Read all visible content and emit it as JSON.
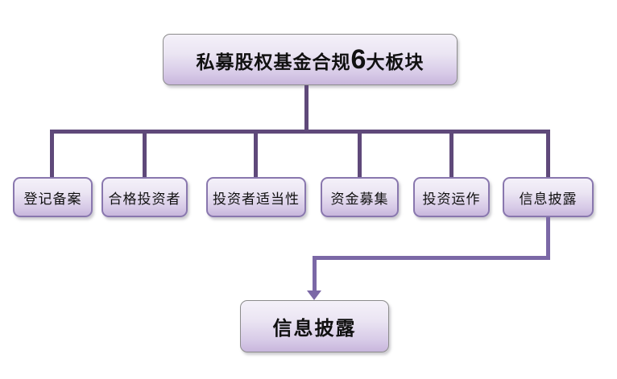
{
  "diagram": {
    "title": {
      "prefix": "私募股权基金合规",
      "number": "6",
      "suffix": "大板块",
      "full_text": "私募股权基金合规6大板块"
    },
    "branches": [
      {
        "label": "登记备案"
      },
      {
        "label": "合格投资者"
      },
      {
        "label": "投资者适当性"
      },
      {
        "label": "资金募集"
      },
      {
        "label": "投资运作"
      },
      {
        "label": "信息披露"
      }
    ],
    "callout": {
      "label": "信息披露"
    },
    "colors": {
      "tree_connector": "#5F497A",
      "arrow_connector": "#7B68A6",
      "branch_border": "#8977AE",
      "frame_border": "#8C8C8C",
      "node_fill_top": "#F4F1F9",
      "node_fill_bottom": "#C8B6DC",
      "text": "#111111",
      "background": "#FFFFFF"
    }
  }
}
